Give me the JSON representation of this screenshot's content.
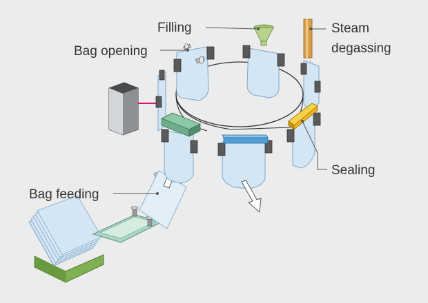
{
  "labels": {
    "filling": "Filling",
    "bag_opening": "Bag opening",
    "steam_line1": "Steam",
    "steam_line2": "degassing",
    "sealing": "Sealing",
    "bag_feeding": "Bag feeding"
  },
  "colors": {
    "background": "#ececec",
    "bag": "#d4e6f4",
    "green_bar": "#6fae8c",
    "blue_bar": "#4f9fd6",
    "yellow_sealer": "#f2b623",
    "copper_pipe": "#d9a04b",
    "funnel": "#b7d48a",
    "base": "#7fb051"
  }
}
